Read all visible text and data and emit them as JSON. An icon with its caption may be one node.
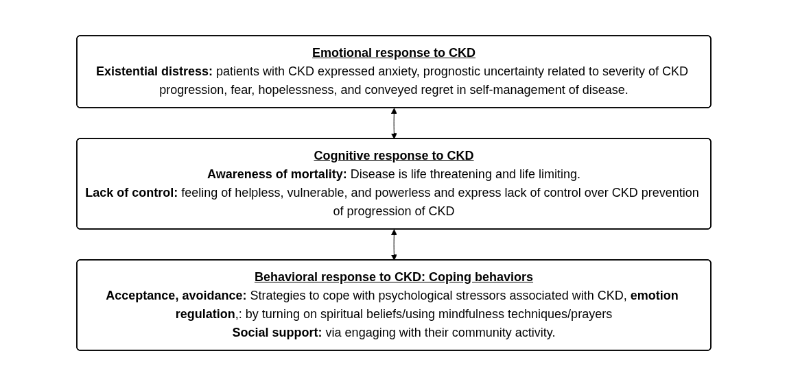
{
  "diagram": {
    "nodes": [
      {
        "text": [
          "Emotional response to CKD",
          "**Existential distress:** patients with CKD expressed anxiety, prognostic uncertainty related to severity of CKD progression, fear, hopelessness, and conveyed regret in self-management of disease."
        ]
      },
      {
        "text": [
          "Cognitive response to CKD",
          "**Awareness of mortality:** Disease is life threatening and life limiting.",
          "**Lack of control:** feeling of helpless, vulnerable, and powerless and express lack of control over CKD prevention of progression of CKD"
        ]
      },
      {
        "text": [
          "Behavioral response to CKD: Coping behaviors",
          "**Acceptance, avoidance:** Strategies to cope with psychological stressors associated with CKD, **emotion regulation**,: by turning on spiritual beliefs/using mindfulness techniques/prayers",
          "**Social support:** via engaging with their community activity."
        ]
      }
    ],
    "edges": [
      {
        "from": 0,
        "to": 1,
        "arrow": "both"
      },
      {
        "from": 1,
        "to": 2,
        "arrow": "both"
      }
    ]
  }
}
